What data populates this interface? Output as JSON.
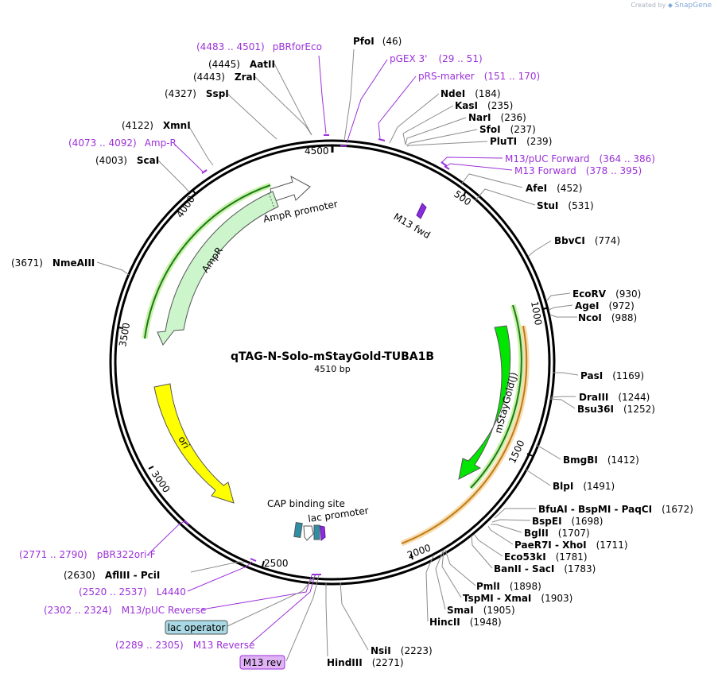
{
  "credit": {
    "prefix": "Created by",
    "brand": "SnapGene"
  },
  "plasmid": {
    "name": "qTAG-N-Solo-mStayGold-TUBA1B",
    "size_label": "4510 bp",
    "length": 4510
  },
  "ticks": [
    {
      "pos": 500,
      "label": "500"
    },
    {
      "pos": 1000,
      "label": "1000"
    },
    {
      "pos": 1500,
      "label": "1500"
    },
    {
      "pos": 2000,
      "label": "2000"
    },
    {
      "pos": 2500,
      "label": "2500"
    },
    {
      "pos": 3000,
      "label": "3000"
    },
    {
      "pos": 3500,
      "label": "3500"
    },
    {
      "pos": 4000,
      "label": "4000"
    },
    {
      "pos": 4500,
      "label": "4500"
    }
  ],
  "sites": [
    {
      "name": "PfoI",
      "pos": "(46)",
      "order": "name-first"
    },
    {
      "name": "NdeI",
      "pos": "(184)",
      "order": "name-first"
    },
    {
      "name": "KasI",
      "pos": "(235)",
      "order": "name-first"
    },
    {
      "name": "NarI",
      "pos": "(236)",
      "order": "name-first"
    },
    {
      "name": "SfoI",
      "pos": "(237)",
      "order": "name-first"
    },
    {
      "name": "PluTI",
      "pos": "(239)",
      "order": "name-first"
    },
    {
      "name": "AfeI",
      "pos": "(452)",
      "order": "name-first"
    },
    {
      "name": "StuI",
      "pos": "(531)",
      "order": "name-first"
    },
    {
      "name": "BbvCI",
      "pos": "(774)",
      "order": "name-first"
    },
    {
      "name": "EcoRV",
      "pos": "(930)",
      "order": "name-first"
    },
    {
      "name": "AgeI",
      "pos": "(972)",
      "order": "name-first"
    },
    {
      "name": "NcoI",
      "pos": "(988)",
      "order": "name-first"
    },
    {
      "name": "PasI",
      "pos": "(1169)",
      "order": "name-first"
    },
    {
      "name": "DraIII",
      "pos": "(1244)",
      "order": "name-first"
    },
    {
      "name": "Bsu36I",
      "pos": "(1252)",
      "order": "name-first"
    },
    {
      "name": "BmgBI",
      "pos": "(1412)",
      "order": "name-first"
    },
    {
      "name": "BlpI",
      "pos": "(1491)",
      "order": "name-first"
    },
    {
      "name": "BfuAI - BspMI - PaqCI",
      "pos": "(1672)",
      "order": "name-first"
    },
    {
      "name": "BspEI",
      "pos": "(1698)",
      "order": "name-first"
    },
    {
      "name": "BglII",
      "pos": "(1707)",
      "order": "name-first"
    },
    {
      "name": "PaeR7I - XhoI",
      "pos": "(1711)",
      "order": "name-first"
    },
    {
      "name": "Eco53kI",
      "pos": "(1781)",
      "order": "name-first"
    },
    {
      "name": "BanII - SacI",
      "pos": "(1783)",
      "order": "name-first"
    },
    {
      "name": "PmlI",
      "pos": "(1898)",
      "order": "name-first"
    },
    {
      "name": "TspMI - XmaI",
      "pos": "(1903)",
      "order": "name-first"
    },
    {
      "name": "SmaI",
      "pos": "(1905)",
      "order": "name-first"
    },
    {
      "name": "HincII",
      "pos": "(1948)",
      "order": "name-first"
    },
    {
      "name": "NsiI",
      "pos": "(2223)",
      "order": "name-first"
    },
    {
      "name": "HindIII",
      "pos": "(2271)",
      "order": "name-first"
    },
    {
      "name": "AflIII - PciI",
      "pos": "(2630)",
      "order": "pos-first"
    },
    {
      "name": "NmeAIII",
      "pos": "(3671)",
      "order": "pos-first"
    },
    {
      "name": "ScaI",
      "pos": "(4003)",
      "order": "pos-first"
    },
    {
      "name": "XmnI",
      "pos": "(4122)",
      "order": "pos-first"
    },
    {
      "name": "SspI",
      "pos": "(4327)",
      "order": "pos-first"
    },
    {
      "name": "ZraI",
      "pos": "(4443)",
      "order": "pos-first"
    },
    {
      "name": "AatII",
      "pos": "(4445)",
      "order": "pos-first"
    }
  ],
  "primers": [
    {
      "name": "pBRforEco",
      "range": "(4483 .. 4501)",
      "order": "range-first"
    },
    {
      "name": "pGEX 3'",
      "range": "(29 .. 51)",
      "order": "name-first"
    },
    {
      "name": "pRS-marker",
      "range": "(151 .. 170)",
      "order": "name-first"
    },
    {
      "name": "M13/pUC Forward",
      "range": "(364 .. 386)",
      "order": "name-first"
    },
    {
      "name": "M13 Forward",
      "range": "(378 .. 395)",
      "order": "name-first"
    },
    {
      "name": "Amp-R",
      "range": "(4073 .. 4092)",
      "order": "range-first"
    },
    {
      "name": "pBR322ori-F",
      "range": "(2771 .. 2790)",
      "order": "range-first"
    },
    {
      "name": "L4440",
      "range": "(2520 .. 2537)",
      "order": "range-first"
    },
    {
      "name": "M13/pUC Reverse",
      "range": "(2302 .. 2324)",
      "order": "range-first"
    },
    {
      "name": "M13 Reverse",
      "range": "(2289 .. 2305)",
      "order": "range-first"
    }
  ],
  "features": [
    {
      "name": "AmpR promoter",
      "color": "#ffffff"
    },
    {
      "name": "AmpR",
      "color": "#ccf5cc"
    },
    {
      "name": "ori",
      "color": "#ffff00"
    },
    {
      "name": "mStayGold(J)",
      "color": "#00e600"
    },
    {
      "name": "M13 fwd",
      "color": "#8a2be2"
    },
    {
      "name": "CAP binding site",
      "color": "#2d8ea6"
    },
    {
      "name": "lac promoter",
      "color": "#ffffff"
    }
  ],
  "boxed_labels": [
    {
      "name": "lac operator",
      "color": "#a9d9e4"
    },
    {
      "name": "M13 rev",
      "color": "#e0b3f5"
    }
  ],
  "colors": {
    "backbone": "#000000",
    "primer": "#9b30d9",
    "orf_green": "#33cc33",
    "orf_orange": "#d98c1f"
  }
}
